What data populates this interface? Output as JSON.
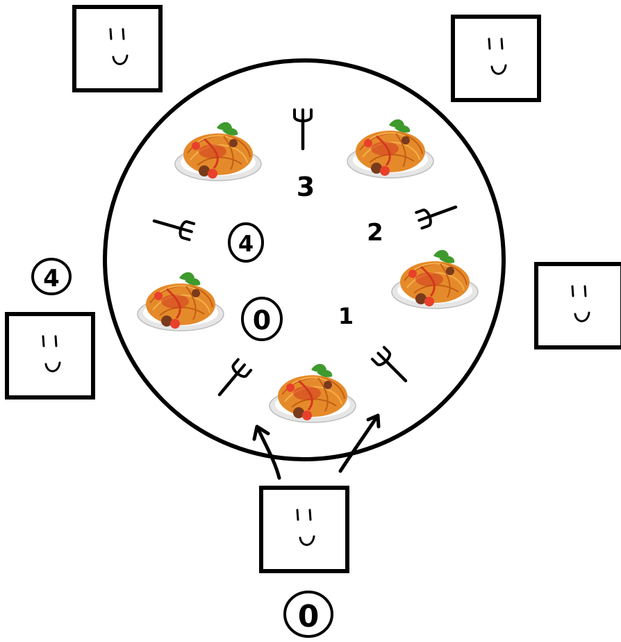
{
  "colors": {
    "ink": "#000000",
    "background": "#ffffff",
    "plate_rim": "#e6e6e6",
    "noodle": "#e58a2a",
    "noodle_dark": "#c45e16",
    "sauce": "#d2381f",
    "tomato": "#e8402b",
    "meatball": "#7a3a1c",
    "basil": "#3e9a2c"
  },
  "philosophers": [
    {
      "id": "philosopher-0",
      "label": "0",
      "circled": true
    },
    {
      "id": "philosopher-1",
      "label": "",
      "circled": false
    },
    {
      "id": "philosopher-2",
      "label": "",
      "circled": false
    },
    {
      "id": "philosopher-3",
      "label": "",
      "circled": false
    },
    {
      "id": "philosopher-4",
      "label": "4",
      "circled": true
    }
  ],
  "forks": [
    {
      "label": "0",
      "circled": true
    },
    {
      "label": "1",
      "circled": false
    },
    {
      "label": "2",
      "circled": false
    },
    {
      "label": "3",
      "circled": false
    },
    {
      "label": "4",
      "circled": true
    }
  ],
  "plates": 5,
  "icons": [
    "smiley-face-icon",
    "fork-icon",
    "spaghetti-plate-icon",
    "arrow-icon"
  ]
}
